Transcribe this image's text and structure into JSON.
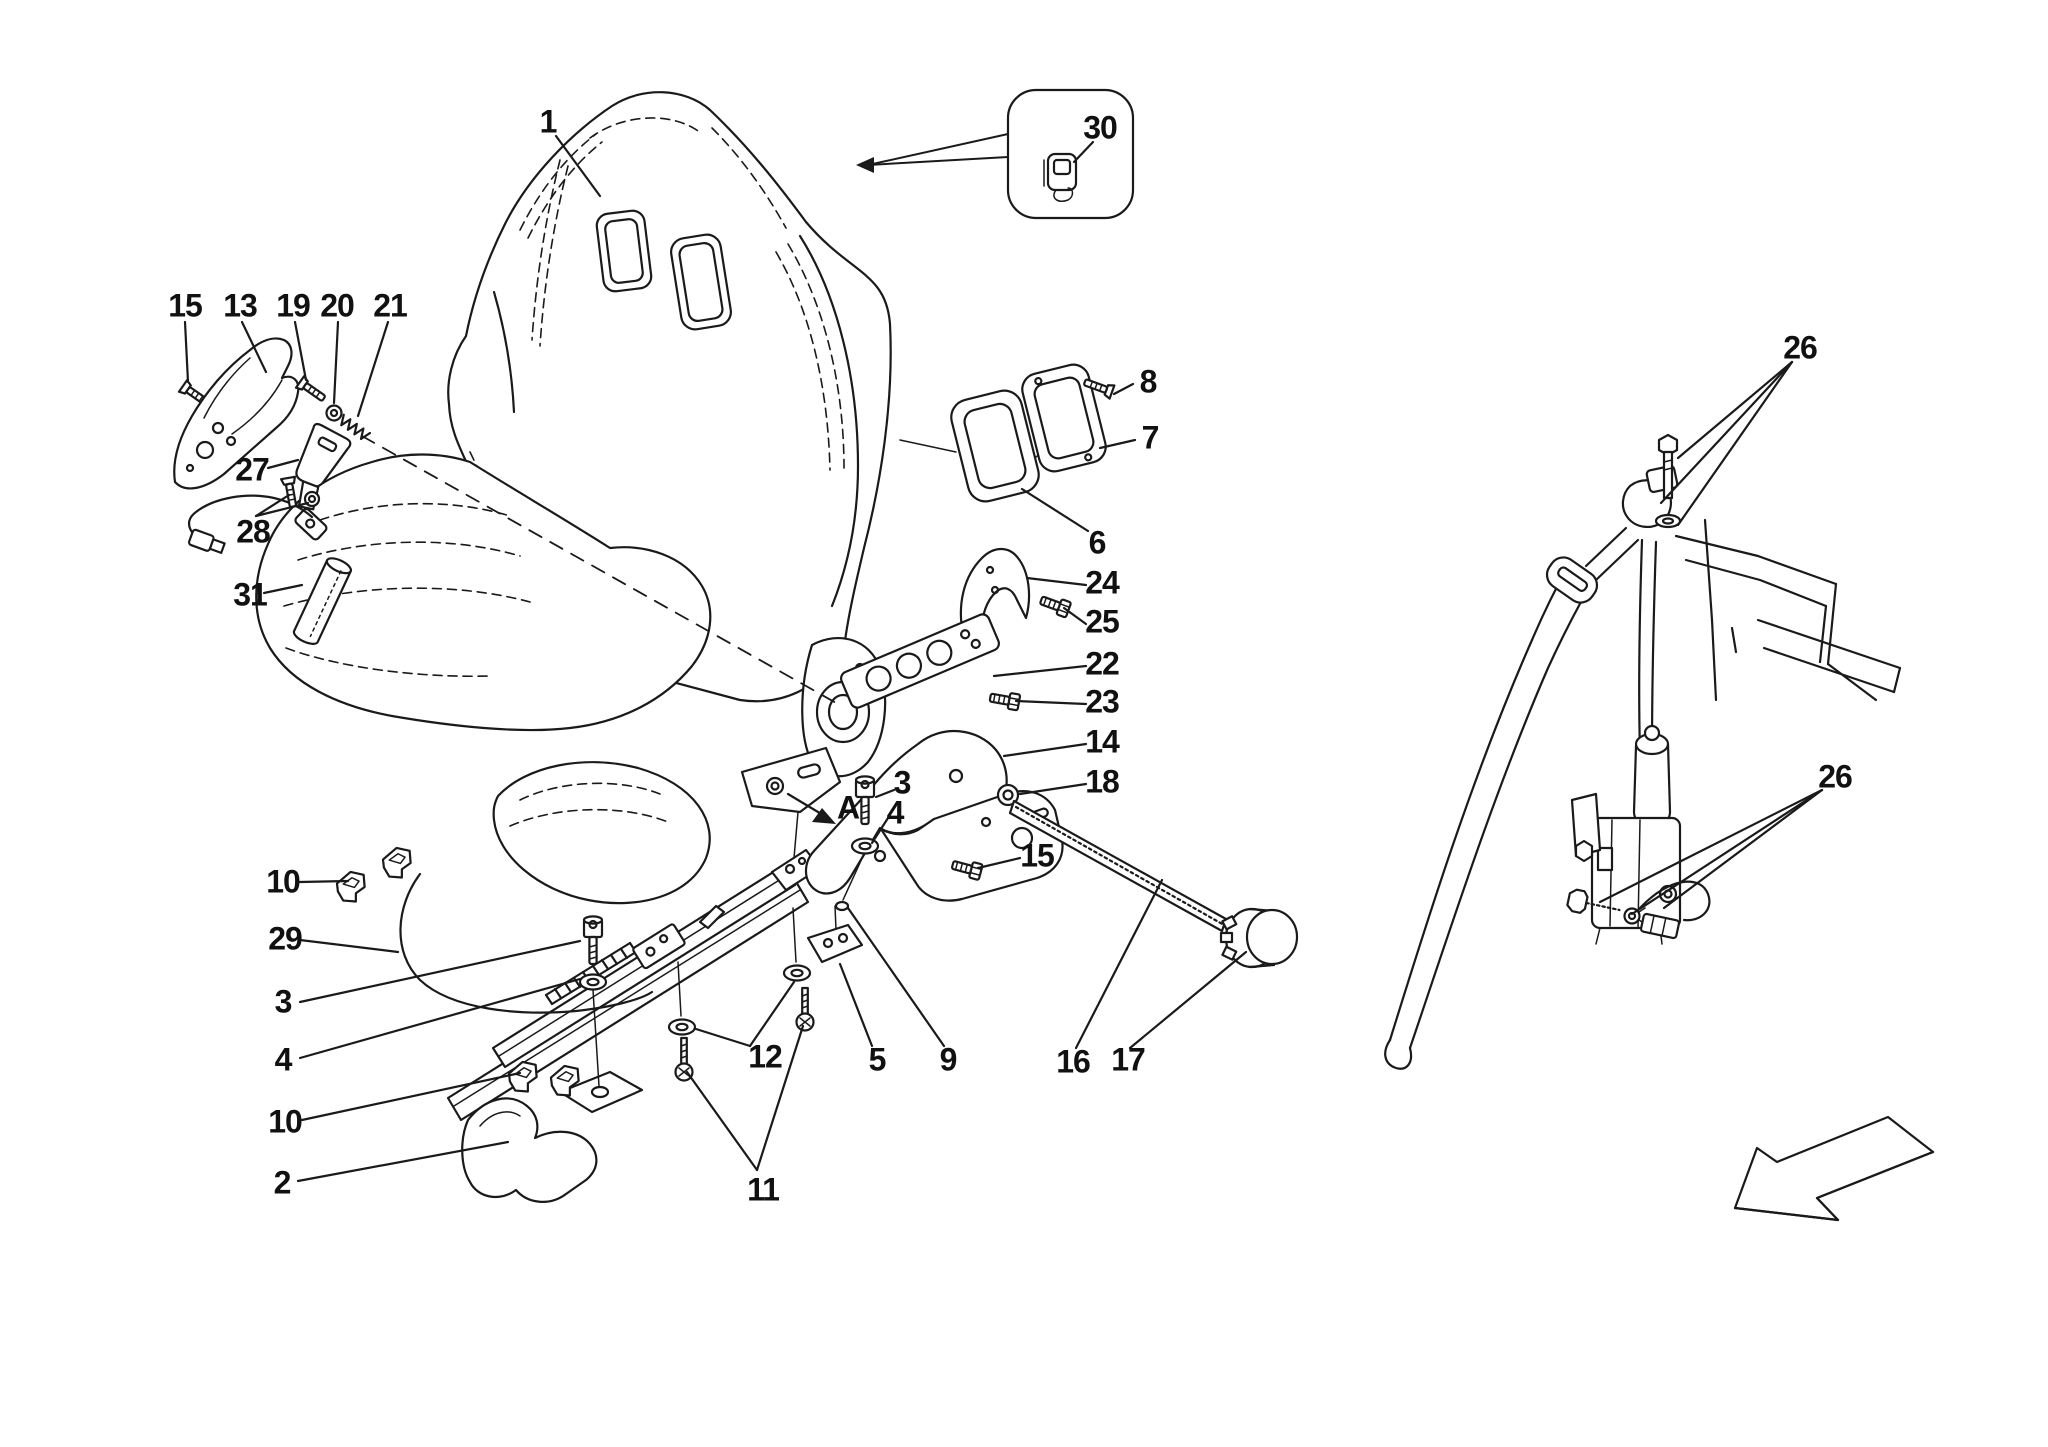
{
  "colors": {
    "ink": "#1a1a1a",
    "background": "#ffffff"
  },
  "labels": {
    "l1": "1",
    "l30": "30",
    "l15a": "15",
    "l13": "13",
    "l19": "19",
    "l20": "20",
    "l21": "21",
    "l27": "27",
    "l28": "28",
    "l31": "31",
    "l8": "8",
    "l7": "7",
    "l6": "6",
    "l24": "24",
    "l25": "25",
    "l22": "22",
    "l23": "23",
    "l14": "14",
    "l18": "18",
    "l15b": "15",
    "l3a": "3",
    "l4a": "4",
    "lA": "A",
    "l10a": "10",
    "l29": "29",
    "l3b": "3",
    "l4b": "4",
    "l10b": "10",
    "l2": "2",
    "l12": "12",
    "l11": "11",
    "l5": "5",
    "l9": "9",
    "l16": "16",
    "l17": "17",
    "l26a": "26",
    "l26b": "26"
  }
}
